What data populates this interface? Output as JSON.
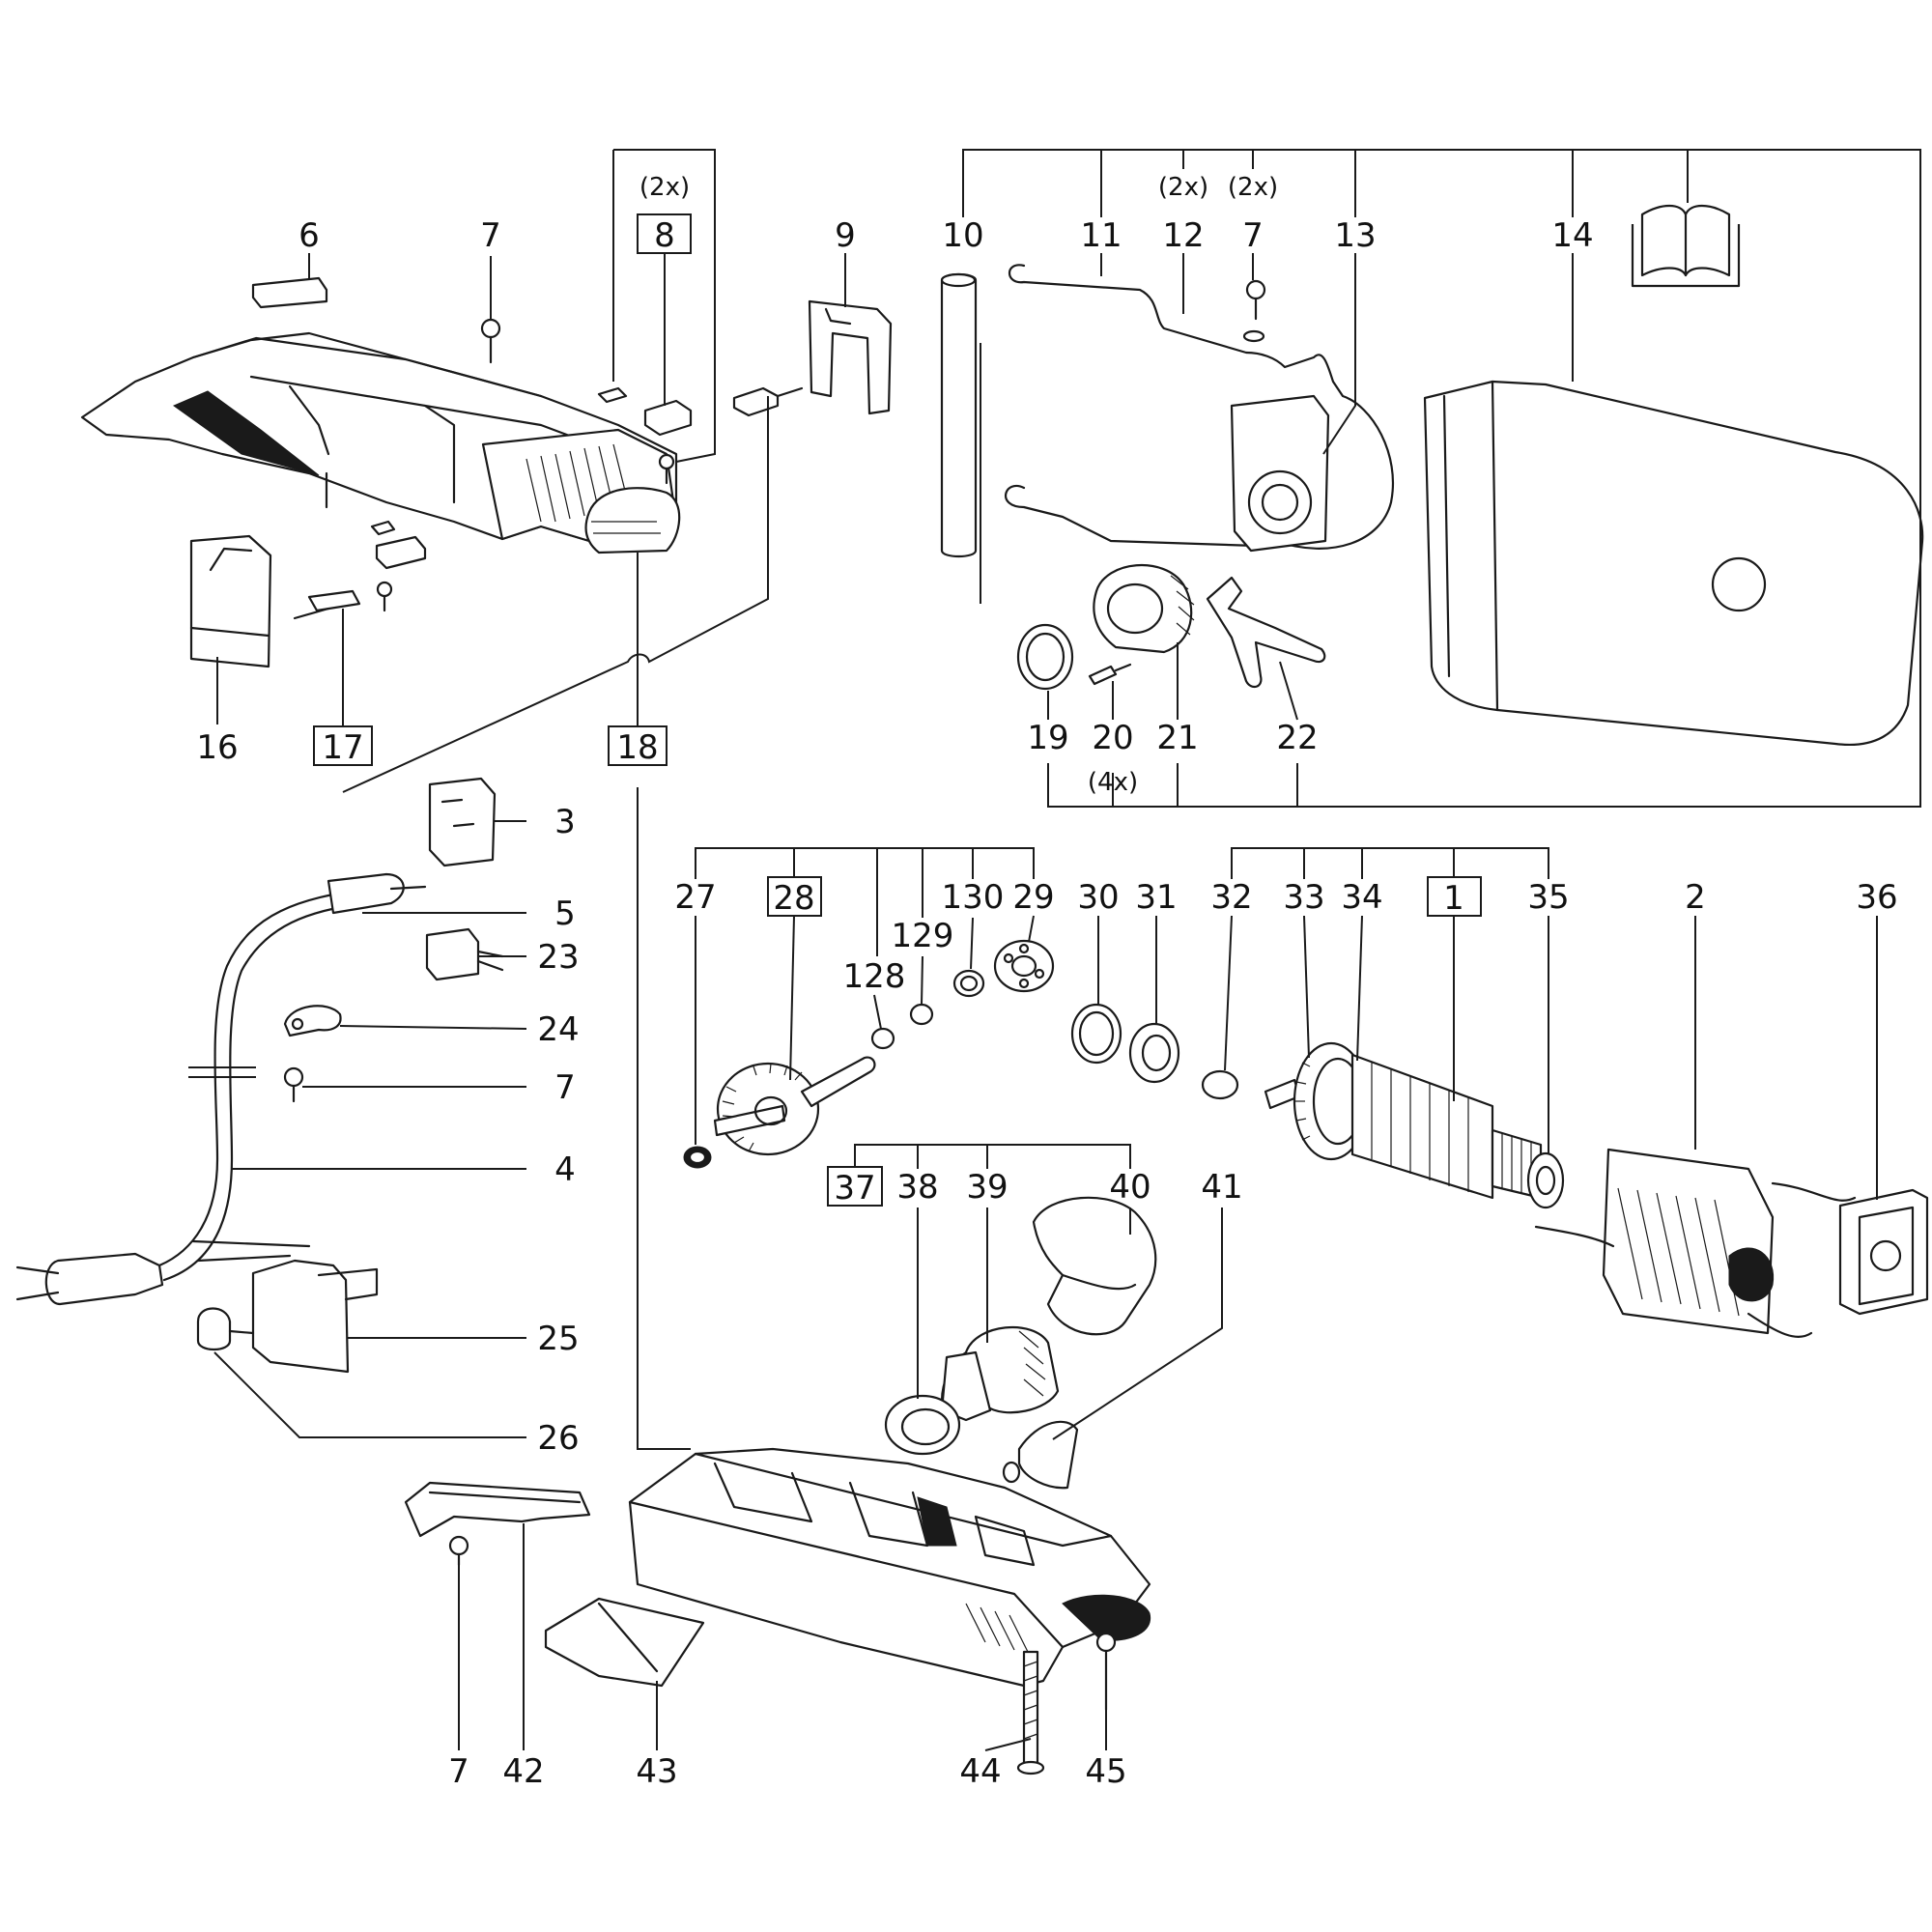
{
  "callouts": {
    "p1": "1",
    "p2": "2",
    "p3": "3",
    "p4": "4",
    "p5": "5",
    "p6": "6",
    "p7": "7",
    "p8": "8",
    "p9": "9",
    "p10": "10",
    "p11": "11",
    "p12": "12",
    "p13": "13",
    "p14": "14",
    "p16": "16",
    "p17": "17",
    "p18": "18",
    "p19": "19",
    "p20": "20",
    "p21": "21",
    "p22": "22",
    "p23": "23",
    "p24": "24",
    "p25": "25",
    "p26": "26",
    "p27": "27",
    "p28": "28",
    "p29": "29",
    "p30": "30",
    "p31": "31",
    "p32": "32",
    "p33": "33",
    "p34": "34",
    "p35": "35",
    "p36": "36",
    "p37": "37",
    "p38": "38",
    "p39": "39",
    "p40": "40",
    "p41": "41",
    "p42": "42",
    "p43": "43",
    "p44": "44",
    "p45": "45",
    "p128": "128",
    "p129": "129",
    "p130": "130"
  },
  "quantities": {
    "two": "(2x)",
    "four": "(4x)"
  },
  "icons": {
    "manual": "open-book-icon"
  }
}
